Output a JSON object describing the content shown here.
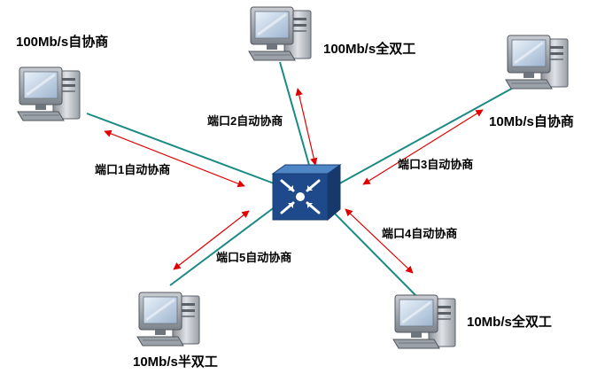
{
  "hosts": [
    {
      "label": "100Mb/s自协商"
    },
    {
      "label": "100Mb/s全双工"
    },
    {
      "label": "10Mb/s自协商"
    },
    {
      "label": "10Mb/s全双工"
    },
    {
      "label": "10Mb/s半双工"
    }
  ],
  "ports": [
    {
      "label": "端口1自动协商"
    },
    {
      "label": "端口2自动协商"
    },
    {
      "label": "端口3自动协商"
    },
    {
      "label": "端口4自动协商"
    },
    {
      "label": "端口5自动协商"
    }
  ],
  "colors": {
    "link": "#1a8a84",
    "arrow": "#e00000",
    "switch_body": "#1e4a8c",
    "switch_top": "#4f86c6"
  },
  "icons": {
    "switch": "network-switch-icon",
    "host": "desktop-computer-icon"
  }
}
